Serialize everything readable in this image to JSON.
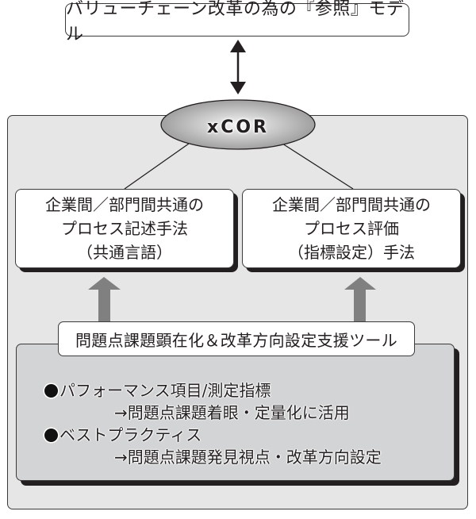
{
  "title": "バリューチェーン改革の為の『参照』モデル",
  "core": {
    "label": "xCOR"
  },
  "methods": [
    {
      "lines": [
        "企業間／部門間共通の",
        "プロセス記述手法",
        "（共通言語）"
      ]
    },
    {
      "lines": [
        "企業間／部門間共通の",
        "プロセス評価",
        "（指標設定）手法"
      ]
    }
  ],
  "tool": {
    "label": "問題点課題顕在化＆改革方向設定支援ツール",
    "items": [
      {
        "bullet": "パフォーマンス項目/測定指標",
        "detail": "→問題点課題着眼・定量化に活用"
      },
      {
        "bullet": "ベストプラクティス",
        "detail": "→問題点課題発見視点・改革方向設定"
      }
    ]
  },
  "colors": {
    "outer_panel": "#e6e6e6",
    "tool_panel": "#d3d4d5",
    "arrow": "#808080",
    "border": "#3a3a3a"
  }
}
